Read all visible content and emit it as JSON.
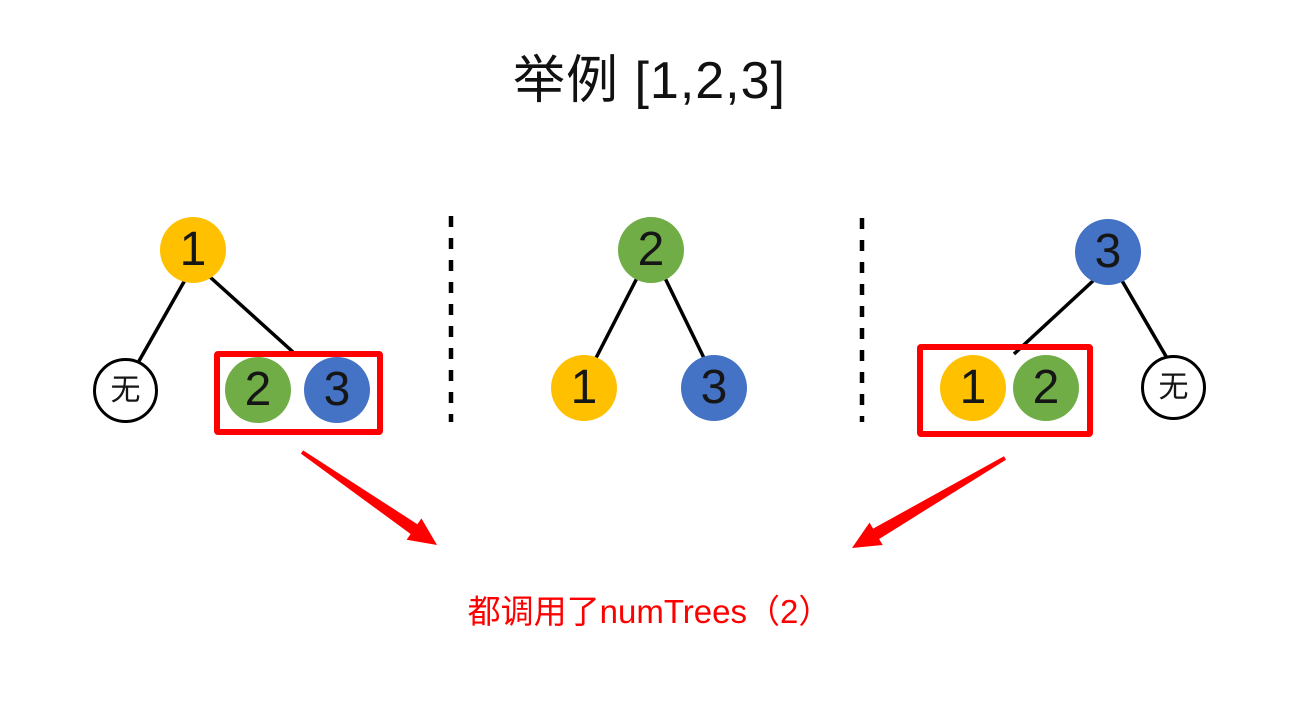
{
  "title": "举例 [1,2,3]",
  "caption": "都调用了numTrees（2）",
  "colors": {
    "node_yellow": "#FFC000",
    "node_green": "#70AD47",
    "node_blue": "#4472C4",
    "node_white": "#FFFFFF",
    "highlight_red": "#FF0000",
    "edge_black": "#000000"
  },
  "trees": [
    {
      "name": "tree-root-1",
      "root": {
        "label": "1",
        "color": "node_yellow"
      },
      "left_child": {
        "label": "无",
        "color": "node_white"
      },
      "right_subtree": {
        "highlighted": true,
        "nodes": [
          {
            "label": "2",
            "color": "node_green"
          },
          {
            "label": "3",
            "color": "node_blue"
          }
        ]
      }
    },
    {
      "name": "tree-root-2",
      "root": {
        "label": "2",
        "color": "node_green"
      },
      "left_child": {
        "label": "1",
        "color": "node_yellow"
      },
      "right_child": {
        "label": "3",
        "color": "node_blue"
      }
    },
    {
      "name": "tree-root-3",
      "root": {
        "label": "3",
        "color": "node_blue"
      },
      "left_subtree": {
        "highlighted": true,
        "nodes": [
          {
            "label": "1",
            "color": "node_yellow"
          },
          {
            "label": "2",
            "color": "node_green"
          }
        ]
      },
      "right_child": {
        "label": "无",
        "color": "node_white"
      }
    }
  ]
}
